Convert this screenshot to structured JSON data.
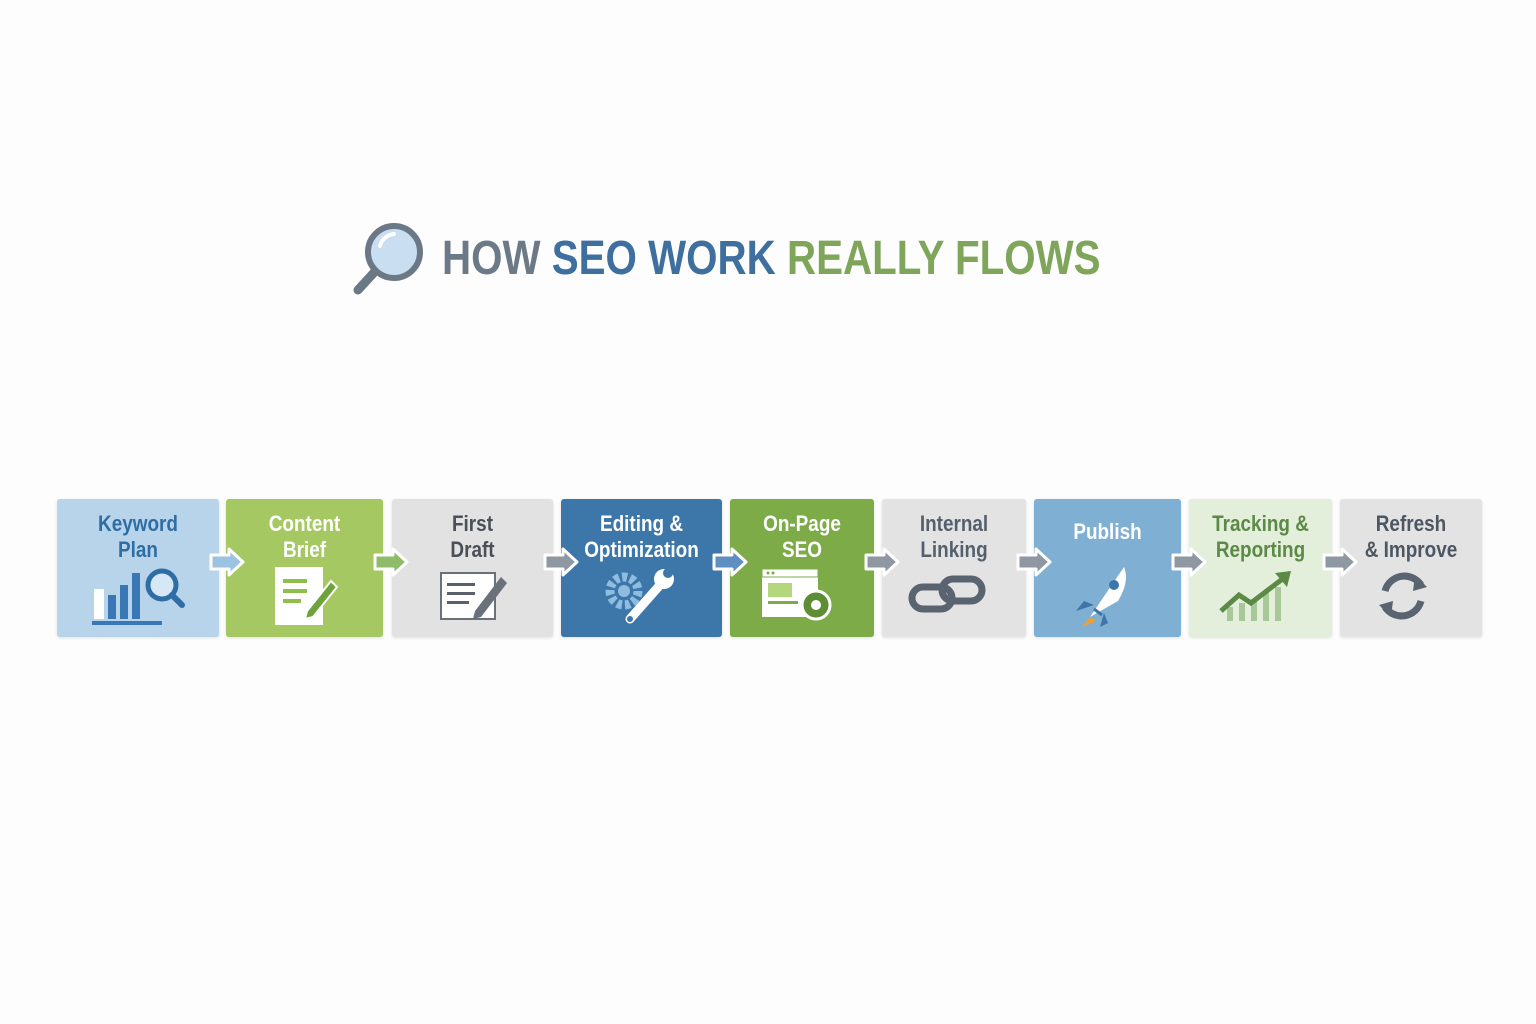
{
  "title": {
    "icon": "magnifier-icon",
    "parts": [
      {
        "text": "HOW ",
        "color": "#6c7a87"
      },
      {
        "text": "SEO WORK ",
        "color": "#3f6f9e"
      },
      {
        "text": "REALLY FLOWS",
        "color": "#7ea55a"
      }
    ]
  },
  "steps": [
    {
      "line1": "Keyword",
      "line2": "Plan",
      "icon": "bar-chart-magnifier-icon",
      "bg": "#b7d4ea",
      "fg": "#2f6ea5"
    },
    {
      "line1": "Content",
      "line2": "Brief",
      "icon": "document-pencil-icon",
      "bg": "#a5c862",
      "fg": "#ffffff"
    },
    {
      "line1": "First",
      "line2": "Draft",
      "icon": "draft-pencil-icon",
      "bg": "#e2e2e2",
      "fg": "#4a4f58"
    },
    {
      "line1": "Editing &",
      "line2": "Optimization",
      "icon": "gear-wrench-icon",
      "bg": "#3d76a8",
      "fg": "#ffffff"
    },
    {
      "line1": "On-Page",
      "line2": "SEO",
      "icon": "webpage-gear-icon",
      "bg": "#7cab48",
      "fg": "#ffffff"
    },
    {
      "line1": "Internal",
      "line2": "Linking",
      "icon": "chain-link-icon",
      "bg": "#e3e3e3",
      "fg": "#55606d"
    },
    {
      "line1": "Publish",
      "line2": "",
      "icon": "rocket-icon",
      "bg": "#80afd4",
      "fg": "#ffffff"
    },
    {
      "line1": "Tracking &",
      "line2": "Reporting",
      "icon": "growth-chart-icon",
      "bg": "#e3eedb",
      "fg": "#5b8a47"
    },
    {
      "line1": "Refresh",
      "line2": "& Improve",
      "icon": "refresh-cycle-icon",
      "bg": "#e3e3e3",
      "fg": "#4d5663"
    }
  ]
}
